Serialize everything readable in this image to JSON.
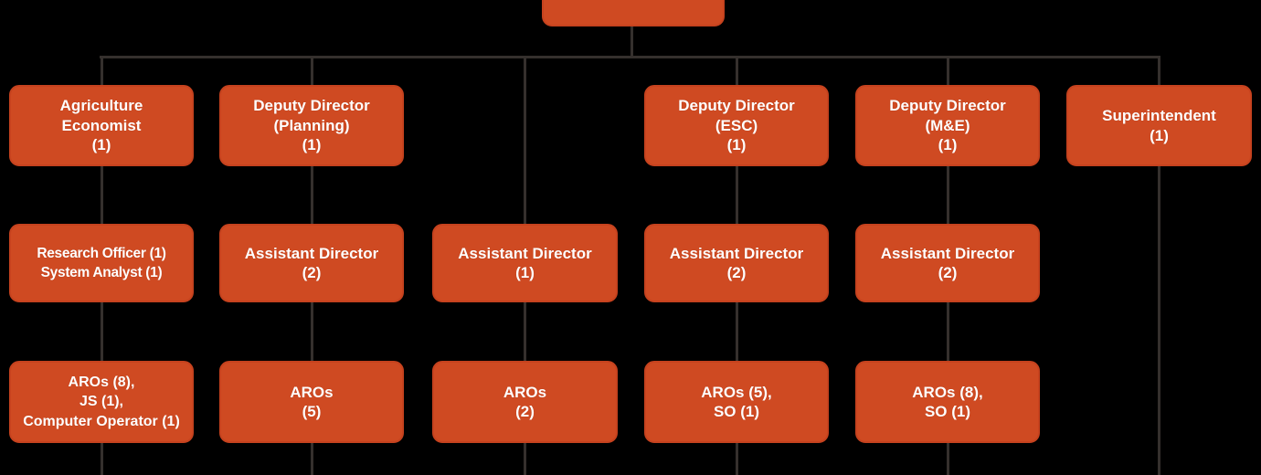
{
  "colors": {
    "box_fill": "#cf4a22",
    "box_border": "#c6421e",
    "connector_line": "#35302d",
    "text": "#ffffff",
    "background": "#000000"
  },
  "org_chart": {
    "boxes": {
      "root": {
        "lines": []
      },
      "agri_economist": {
        "lines": [
          "Agriculture",
          "Economist",
          "(1)"
        ]
      },
      "dd_planning": {
        "lines": [
          "Deputy Director",
          "(Planning)",
          "(1)"
        ]
      },
      "dd_esc": {
        "lines": [
          "Deputy Director",
          "(ESC)",
          "(1)"
        ]
      },
      "dd_me": {
        "lines": [
          "Deputy Director",
          "(M&E)",
          "(1)"
        ]
      },
      "superintendent": {
        "lines": [
          "Superintendent",
          "(1)"
        ]
      },
      "research_system": {
        "lines": [
          "Research Officer (1)",
          "System Analyst (1)"
        ]
      },
      "ad_planning": {
        "lines": [
          "Assistant Director",
          "(2)"
        ]
      },
      "ad_mid": {
        "lines": [
          "Assistant Director",
          "(1)"
        ]
      },
      "ad_esc": {
        "lines": [
          "Assistant Director",
          "(2)"
        ]
      },
      "ad_me": {
        "lines": [
          "Assistant Director",
          "(2)"
        ]
      },
      "aros_js_co": {
        "lines": [
          "AROs (8),",
          "JS (1),",
          "Computer Operator (1)"
        ]
      },
      "aros_5": {
        "lines": [
          "AROs",
          "(5)"
        ]
      },
      "aros_2": {
        "lines": [
          "AROs",
          "(2)"
        ]
      },
      "aros_5_so": {
        "lines": [
          "AROs (5),",
          "SO (1)"
        ]
      },
      "aros_8_so": {
        "lines": [
          "AROs (8),",
          "SO (1)"
        ]
      }
    }
  }
}
